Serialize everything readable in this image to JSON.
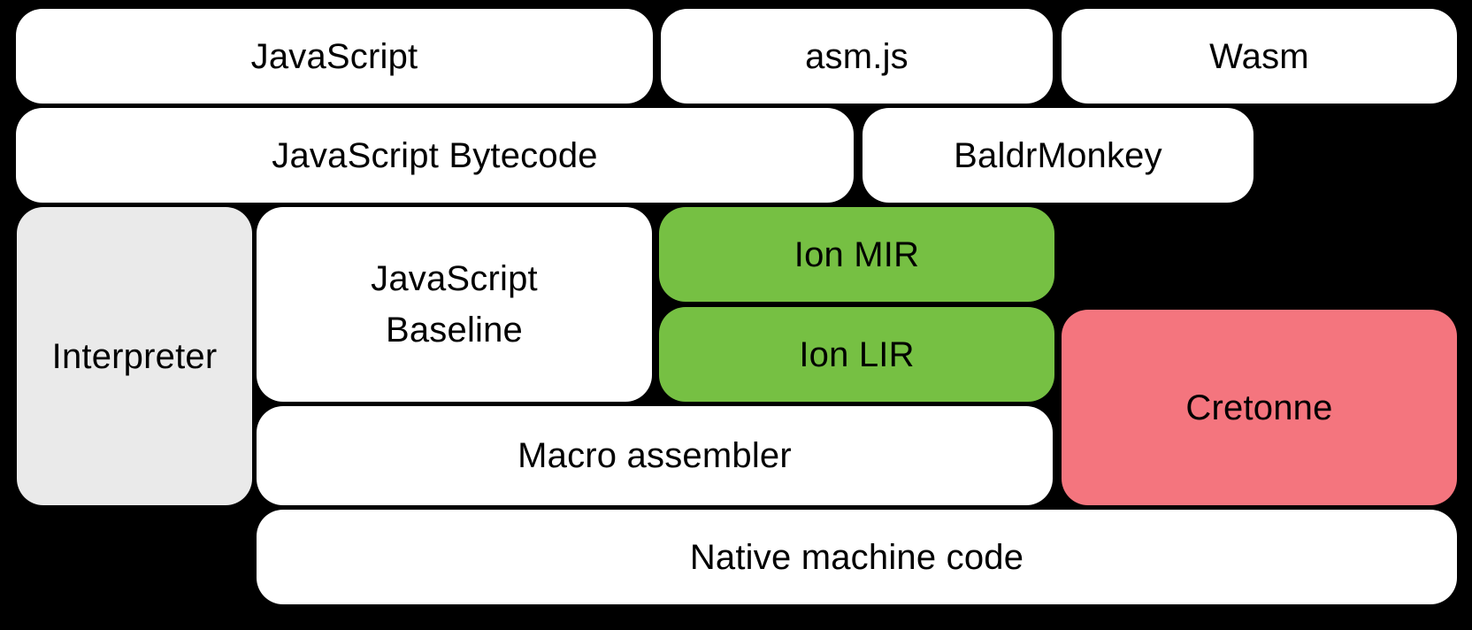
{
  "diagram": {
    "background": "#000000",
    "colors": {
      "white": "#ffffff",
      "gray": "#eaeaea",
      "green": "#76c043",
      "pink": "#f4757e",
      "text": "#000000"
    },
    "boxes": {
      "javascript": {
        "label": "JavaScript",
        "color": "white"
      },
      "asmjs": {
        "label": "asm.js",
        "color": "white"
      },
      "wasm": {
        "label": "Wasm",
        "color": "white"
      },
      "bytecode": {
        "label": "JavaScript Bytecode",
        "color": "white"
      },
      "baldrmonkey": {
        "label": "BaldrMonkey",
        "color": "white"
      },
      "interpreter": {
        "label": "Interpreter",
        "color": "gray"
      },
      "baseline": {
        "label": "JavaScript\nBaseline",
        "color": "white"
      },
      "ion_mir": {
        "label": "Ion MIR",
        "color": "green"
      },
      "ion_lir": {
        "label": "Ion LIR",
        "color": "green"
      },
      "cretonne": {
        "label": "Cretonne",
        "color": "pink"
      },
      "macro_assembler": {
        "label": "Macro assembler",
        "color": "white"
      },
      "native": {
        "label": "Native machine code",
        "color": "white"
      }
    }
  }
}
